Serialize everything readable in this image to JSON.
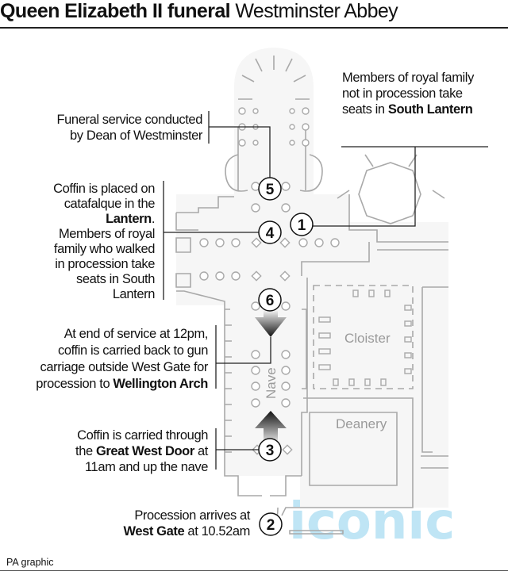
{
  "title": {
    "bold": "Queen Elizabeth II funeral",
    "regular": "Westminster Abbey"
  },
  "annotations": {
    "south_lantern": {
      "lines": [
        "Members of royal family",
        "not in procession take"
      ],
      "pre": "seats in ",
      "bold": "South Lantern"
    },
    "dean": {
      "lines": [
        "Funeral service conducted",
        "by Dean of Westminster"
      ]
    },
    "lantern": {
      "line1": "Coffin is placed on",
      "line2": "catafalque in the",
      "bold": "Lantern",
      "after_bold": ".",
      "rest": [
        "Members of royal",
        "family who walked",
        "in procession take",
        "seats in South",
        "Lantern"
      ]
    },
    "end_service": {
      "lines": [
        "At end of service at 12pm,",
        "coffin is carried back to gun",
        "carriage outside West Gate for"
      ],
      "pre": "procession to ",
      "bold": "Wellington Arch"
    },
    "great_west_door": {
      "line1": "Coffin is carried through",
      "pre": "the ",
      "bold": "Great West Door",
      "post": " at",
      "line3": "11am and up the nave"
    },
    "west_gate": {
      "line1": "Procession arrives at",
      "bold": "West Gate",
      "post": " at 10.52am"
    }
  },
  "plan_labels": {
    "cloister": "Cloister",
    "deanery": "Deanery",
    "nave": "Nave"
  },
  "markers": [
    "1",
    "2",
    "3",
    "4",
    "5",
    "6"
  ],
  "credit": "PA graphic",
  "watermark": "iconic",
  "colors": {
    "plan_fill": "#f6f6f6",
    "plan_stroke": "#a9a9a9",
    "watermark": "#bfe5f5",
    "text": "#111111"
  }
}
